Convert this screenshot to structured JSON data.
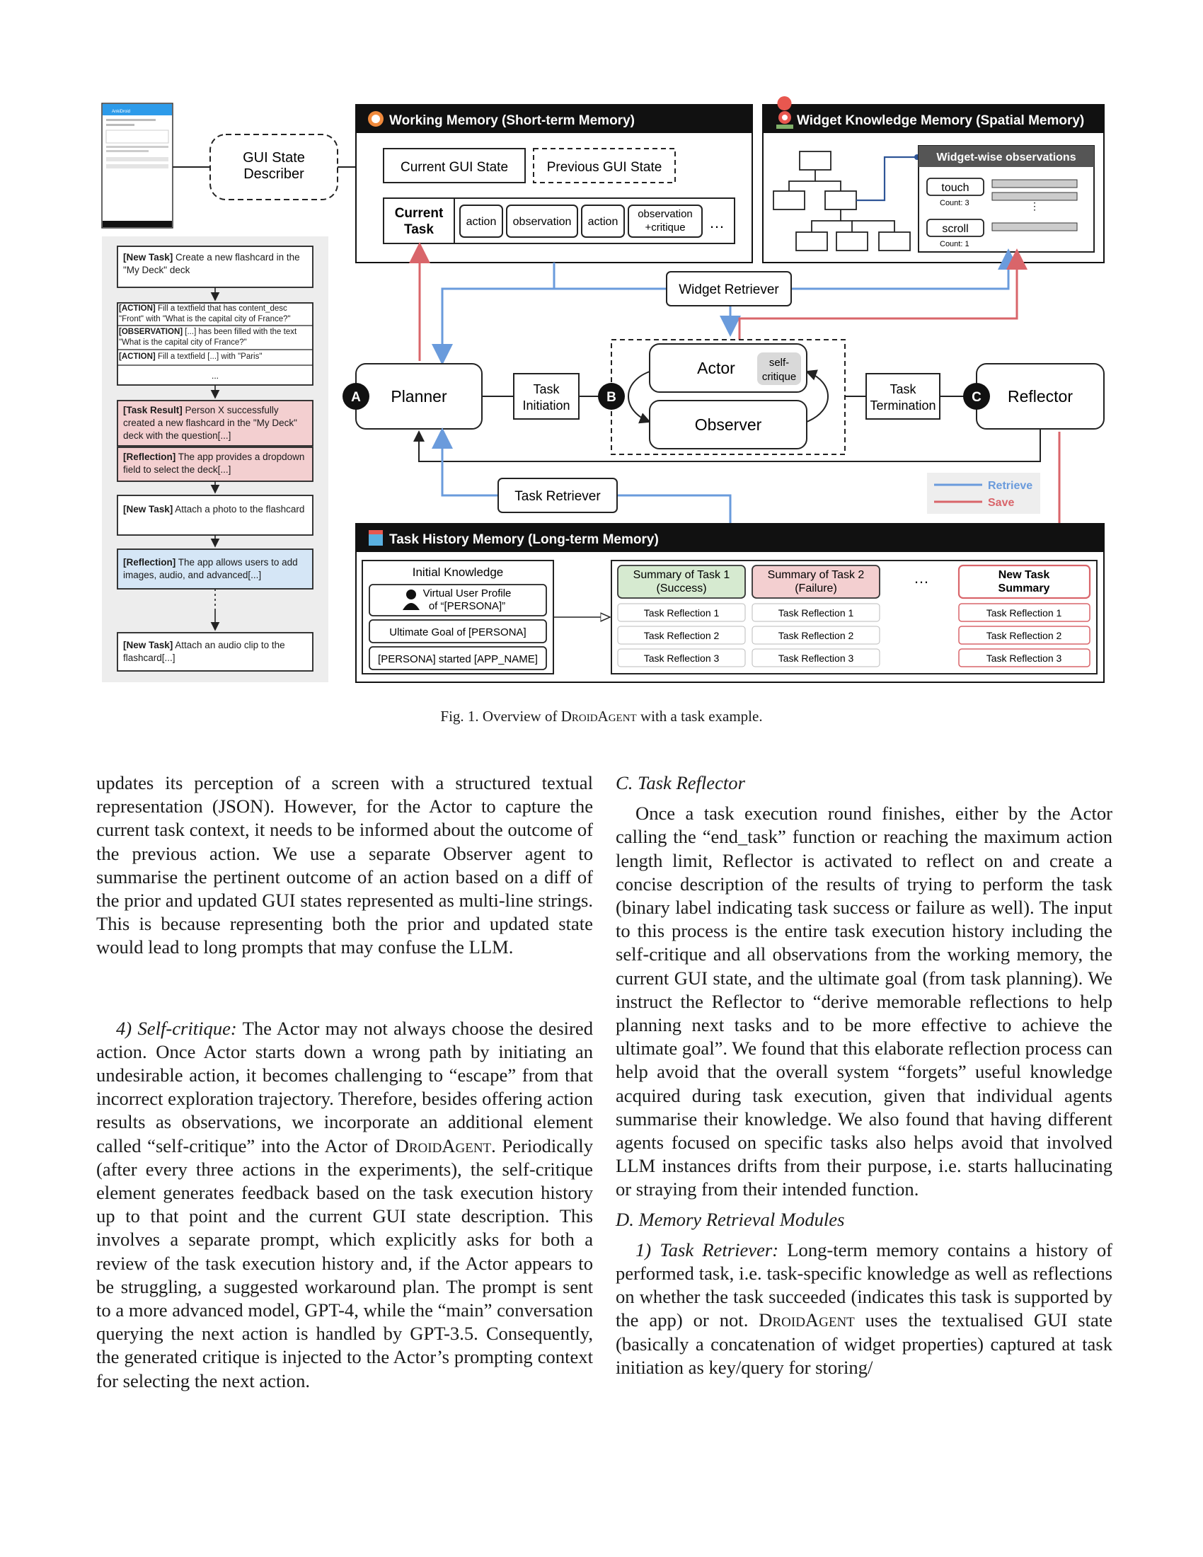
{
  "figure": {
    "phone": {
      "app_title": "AnkiDroid"
    },
    "gui_state_describer": [
      "GUI State",
      "Describer"
    ],
    "working_memory": {
      "title": "Working Memory (Short-term Memory)",
      "current_gui_state": "Current GUI State",
      "previous_gui_state": "Previous GUI State",
      "current_task": [
        "Current",
        "Task"
      ],
      "items": [
        "action",
        "observation",
        "action",
        "observation\n+critique"
      ],
      "ellipsis": "…"
    },
    "widget_memory": {
      "title": "Widget Knowledge Memory (Spatial Memory)",
      "panel_title": "Widget-wise observations",
      "touch": "touch",
      "touch_count": "Count: 3",
      "scroll": "scroll",
      "scroll_count": "Count: 1"
    },
    "widget_retriever": "Widget Retriever",
    "planner": "Planner",
    "task_initiation": [
      "Task",
      "Initiation"
    ],
    "actor": "Actor",
    "self_critique": [
      "self-",
      "critique"
    ],
    "observer": "Observer",
    "task_termination": [
      "Task",
      "Termination"
    ],
    "reflector": "Reflector",
    "badges": [
      "A",
      "B",
      "C"
    ],
    "task_retriever": "Task Retriever",
    "legend": {
      "retrieve": "Retrieve",
      "save": "Save",
      "retrieve_color": "#6a9bdc",
      "save_color": "#d9656a"
    },
    "task_history": {
      "title": "Task History Memory (Long-term Memory)",
      "initial_knowledge": "Initial Knowledge",
      "profile": [
        "Virtual User Profile",
        "of “[PERSONA]”"
      ],
      "goal": "Ultimate Goal of [PERSONA]",
      "started": "[PERSONA] started [APP_NAME]",
      "summary1": [
        "Summary of Task 1",
        "(Success)"
      ],
      "summary2": [
        "Summary of Task 2",
        "(Failure)"
      ],
      "new_summary": [
        "New Task",
        "Summary"
      ],
      "reflections": [
        "Task Reflection 1",
        "Task Reflection 2",
        "Task Reflection 3"
      ],
      "ellipsis": "…"
    },
    "example": {
      "new_task_1_bold": "[New Task]",
      "new_task_1": " Create a new flashcard in the \"My Deck\" deck",
      "action_1_bold": "[ACTION]",
      "action_1": " Fill a textfield that has content_desc \"Front\" with \"What is the capital city of France?\"",
      "obs_bold": "[OBSERVATION]",
      "obs": " [...] has been filled with the text \"What is the capital city of France?\"",
      "action_2_bold": "[ACTION]",
      "action_2": " Fill a textfield [...] with \"Paris\"",
      "dots": "...",
      "result_bold": "[Task Result]",
      "result": " Person X successfully created a new flashcard in the \"My Deck\" deck with the question[...]",
      "reflection_1_bold": "[Reflection]",
      "reflection_1": " The app provides a dropdown field to select the deck[...]",
      "new_task_2_bold": "[New Task]",
      "new_task_2": " Attach a photo to the flashcard",
      "reflection_2_bold": "[Reflection]",
      "reflection_2": " The app allows users to add images, audio, and advanced[...]",
      "new_task_3_bold": "[New Task]",
      "new_task_3": " Attach an audio clip to the flashcard[...]"
    },
    "colors": {
      "success": "#d6ead0",
      "failure": "#f3cfd0",
      "reflection": "#d5e6f6",
      "panel_bg": "#ededed"
    }
  },
  "caption": {
    "prefix": "Fig. 1.  Overview of ",
    "name": "DroidAgent",
    "suffix": " with a task example."
  },
  "left_column": {
    "para1": "updates its perception of a screen with a structured textual representation (JSON). However, for the Actor to capture the current task context, it needs to be informed about the outcome of the previous action. We use a separate Observer agent to summarise the pertinent outcome of an action based on a diff of the prior and updated GUI states represented as multi-line strings. This is because representing both the prior and updated state would lead to long prompts that may confuse the LLM.",
    "sub_head": "4) Self-critique:",
    "para2a": " The Actor may not always choose the desired action. Once Actor starts down a wrong path by initiating an undesirable action, it becomes challenging to “escape” from that incorrect exploration trajectory. Therefore, besides offering action results as observations, we incorporate an additional element called “self-critique” into the Actor of ",
    "para2_name": "DroidAgent",
    "para2b": ". Periodically (after every three actions in the experiments), the self-critique element generates feedback based on the task execution history up to that point and the current GUI state description. This involves a separate prompt, which explicitly asks for both a review of the task execution history and, if the Actor appears to be struggling, a suggested workaround plan. The prompt is sent to a more advanced model, GPT-4, while the “main” conversation querying the next action is handled by GPT-3.5. Consequently, the generated critique is injected to the Actor’s prompting context for selecting the next action."
  },
  "right_column": {
    "head_c": "C.  Task Reflector",
    "para_c": "Once a task execution round finishes, either by the Actor calling the “end_task” function or reaching the maximum action length limit, Reflector is activated to reflect on and create a concise description of the results of trying to perform the task (binary label indicating task success or failure as well). The input to this process is the entire task execution history including the self-critique and all observations from the working memory, the current GUI state, and the ultimate goal (from task planning). We instruct the Reflector to “derive memorable reflections to help planning next tasks and to be more effective to achieve the ultimate goal”. We found that this elaborate reflection process can help avoid that the overall system “forgets” useful knowledge acquired during task execution, given that individual agents summarise their knowledge. We also found that having different agents focused on specific tasks also helps avoid that involved LLM instances drifts from their purpose, i.e. starts hallucinating or straying from their intended function.",
    "head_d": "D.  Memory Retrieval Modules",
    "sub_head": "1) Task Retriever:",
    "para_d1": " Long-term memory contains a history of performed task, i.e. task-specific knowledge as well as reflections on whether the task succeeded (indicates this task is supported by the app) or not. ",
    "para_d_name": "DroidAgent",
    "para_d2": " uses the textualised GUI state (basically a concatenation of widget properties) captured at task initiation as key/query for storing/"
  }
}
